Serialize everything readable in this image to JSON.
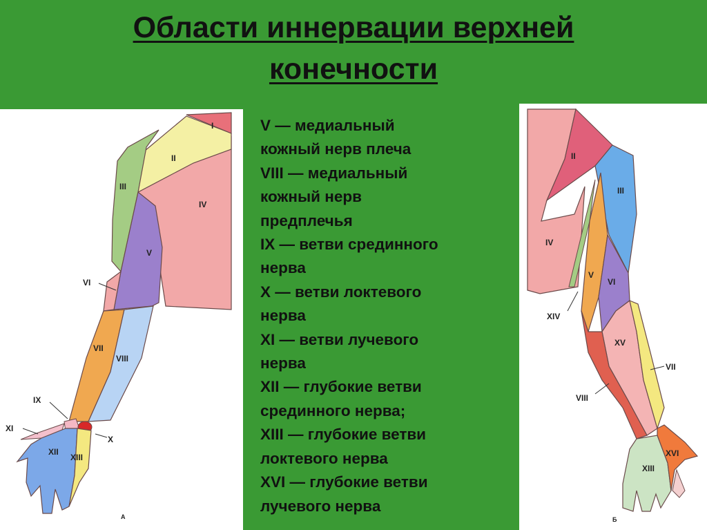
{
  "title": {
    "line1": "Области иннервации верхней",
    "line2": "конечности"
  },
  "legend_lines": [
    "V — медиальный",
    "кожный нерв плеча",
    "VIII — медиальный",
    "кожный нерв",
    "предплечья",
    "IX — ветви срединного",
    "нерва",
    "X — ветви локтевого",
    "нерва",
    "XI — ветви лучевого",
    "нерва",
    "XII — глубокие ветви",
    "срединного нерва;",
    "XIII — глубокие ветви",
    "локтевого нерва",
    "XVI — глубокие ветви",
    "лучевого нерва"
  ],
  "left_figure": {
    "caption": "А",
    "labels": {
      "I": "I",
      "II": "II",
      "III": "III",
      "IV": "IV",
      "V": "V",
      "VI": "VI",
      "VII": "VII",
      "VIII": "VIII",
      "IX": "IX",
      "X": "X",
      "XI": "XI",
      "XII": "XII",
      "XIII": "XIII"
    }
  },
  "right_figure": {
    "caption": "Б",
    "labels": {
      "II": "II",
      "III": "III",
      "IV": "IV",
      "V": "V",
      "VI": "VI",
      "VII": "VII",
      "VIII": "VIII",
      "XIII": "XIII",
      "XIV": "XIV",
      "XV": "XV",
      "XVI": "XVI"
    }
  },
  "colors": {
    "background": "#3a9a34",
    "zone_I": "#e8707a",
    "zone_II": "#f4f0a4",
    "zone_III": "#a4cc84",
    "zone_IV": "#f2a8a8",
    "zone_V": "#9b80cc",
    "zone_VII": "#f0a850",
    "zone_VIII": "#b8d4f4",
    "zone_IX": "#f4b8c4",
    "zone_X": "#d82828",
    "zone_XI": "#f4c0cc",
    "zone_XII": "#7ca8e8",
    "zone_XIII": "#f4e880",
    "zone_II_back": "#e0607a",
    "zone_III_back": "#6aace8",
    "zone_XV": "#f4b4b4",
    "zone_VIII_back": "#e06050",
    "zone_XVI": "#f07a3c",
    "zone_XIII_back": "#cce4c4"
  }
}
